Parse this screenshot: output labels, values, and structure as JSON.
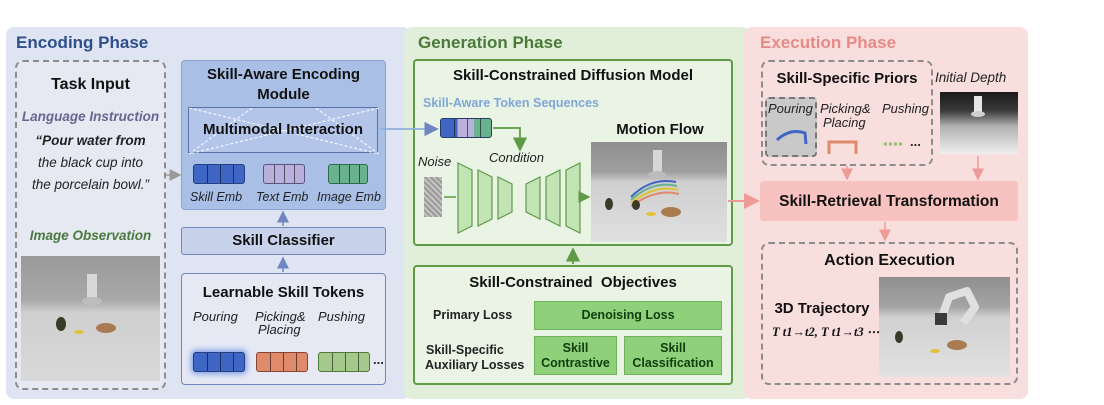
{
  "encoding": {
    "phase_title": "Encoding Phase",
    "task_input": {
      "title": "Task Input",
      "lang_label": "Language Instruction",
      "instruction_lines": [
        "“Pour water from",
        "the black cup into",
        "the porcelain bowl.”"
      ],
      "image_label": "Image Observation"
    },
    "encoder": {
      "title_line1": "Skill-Aware Encoding",
      "title_line2": "Module",
      "interaction": "Multimodal Interaction",
      "emb_labels": [
        "Skill Emb",
        "Text Emb",
        "Image Emb"
      ]
    },
    "classifier": "Skill Classifier",
    "tokens": {
      "title": "Learnable Skill Tokens",
      "skill_pouring": "Pouring",
      "skill_picking_line1": "Picking&",
      "skill_picking_line2": "Placing",
      "skill_pushing": "Pushing",
      "ellipsis": "..."
    }
  },
  "generation": {
    "phase_title": "Generation Phase",
    "diffusion": {
      "title": "Skill-Constrained Diffusion Model",
      "token_seq": "Skill-Aware Token Sequences",
      "motion_flow": "Motion Flow",
      "noise": "Noise",
      "condition": "Condition"
    },
    "objectives": {
      "title": "Skill-Constrained  Objectives",
      "primary_label": "Primary Loss",
      "aux_label_line1": "Skill-Specific",
      "aux_label_line2": "Auxiliary Losses",
      "denoising": "Denoising Loss",
      "contrastive_line1": "Skill",
      "contrastive_line2": "Contrastive",
      "classification_line1": "Skill",
      "classification_line2": "Classification"
    }
  },
  "execution": {
    "phase_title": "Execution Phase",
    "priors": {
      "title": "Skill-Specific Priors",
      "pouring": "Pouring",
      "picking_line1": "Picking&",
      "picking_line2": "Placing",
      "pushing": "Pushing",
      "ellipsis": "..."
    },
    "initial_depth": "Initial Depth",
    "retrieval": "Skill-Retrieval Transformation",
    "action": {
      "title": "Action Execution",
      "traj_title": "3D Trajectory",
      "traj_formula": "T t1→t2, T t1→t3 ⋯"
    }
  },
  "colors": {
    "encoding_bg": "#dfe4f3",
    "generation_bg": "#e2f0db",
    "execution_bg": "#f8dedd",
    "encoding_title": "#2e4f8c",
    "generation_title": "#4b7a38",
    "execution_title": "#e68a86",
    "encoder_box": "#a9bfe6",
    "green_border": "#5f9b45",
    "red_box": "#f7c2c0",
    "blue_token": "#3f66c4",
    "purple_token": "#b9b0dc",
    "green_token": "#68b28f",
    "orange_token": "#df8a6b",
    "olive_token": "#a5c98a"
  }
}
